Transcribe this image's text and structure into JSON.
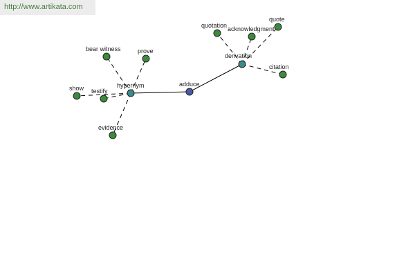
{
  "watermark": {
    "text": "http://www.artikata.com"
  },
  "colors": {
    "center": "#4a5aa6",
    "hub": "#3a8c8c",
    "leaf": "#3d8a3d"
  },
  "nodes": [
    {
      "id": "adduce",
      "label": "adduce",
      "kind": "center"
    },
    {
      "id": "hypernym",
      "label": "hypernym",
      "kind": "hub"
    },
    {
      "id": "derivation",
      "label": "derivation",
      "kind": "hub"
    },
    {
      "id": "bear-witness",
      "label": "bear witness",
      "kind": "leaf"
    },
    {
      "id": "prove",
      "label": "prove",
      "kind": "leaf"
    },
    {
      "id": "show",
      "label": "show",
      "kind": "leaf"
    },
    {
      "id": "testify",
      "label": "testify",
      "kind": "leaf"
    },
    {
      "id": "evidence",
      "label": "evidence",
      "kind": "leaf"
    },
    {
      "id": "quotation",
      "label": "quotation",
      "kind": "leaf"
    },
    {
      "id": "acknowledgment",
      "label": "acknowledgment",
      "kind": "leaf"
    },
    {
      "id": "quote",
      "label": "quote",
      "kind": "leaf"
    },
    {
      "id": "citation",
      "label": "citation",
      "kind": "leaf"
    }
  ],
  "edges": [
    {
      "from": "adduce",
      "to": "hypernym",
      "style": "solid"
    },
    {
      "from": "adduce",
      "to": "derivation",
      "style": "solid"
    },
    {
      "from": "hypernym",
      "to": "bear-witness",
      "style": "dashed"
    },
    {
      "from": "hypernym",
      "to": "prove",
      "style": "dashed"
    },
    {
      "from": "hypernym",
      "to": "show",
      "style": "dashed"
    },
    {
      "from": "hypernym",
      "to": "testify",
      "style": "dashed"
    },
    {
      "from": "hypernym",
      "to": "evidence",
      "style": "dashed"
    },
    {
      "from": "derivation",
      "to": "quotation",
      "style": "dashed"
    },
    {
      "from": "derivation",
      "to": "acknowledgment",
      "style": "dashed"
    },
    {
      "from": "derivation",
      "to": "quote",
      "style": "dashed"
    },
    {
      "from": "derivation",
      "to": "citation",
      "style": "dashed"
    }
  ]
}
